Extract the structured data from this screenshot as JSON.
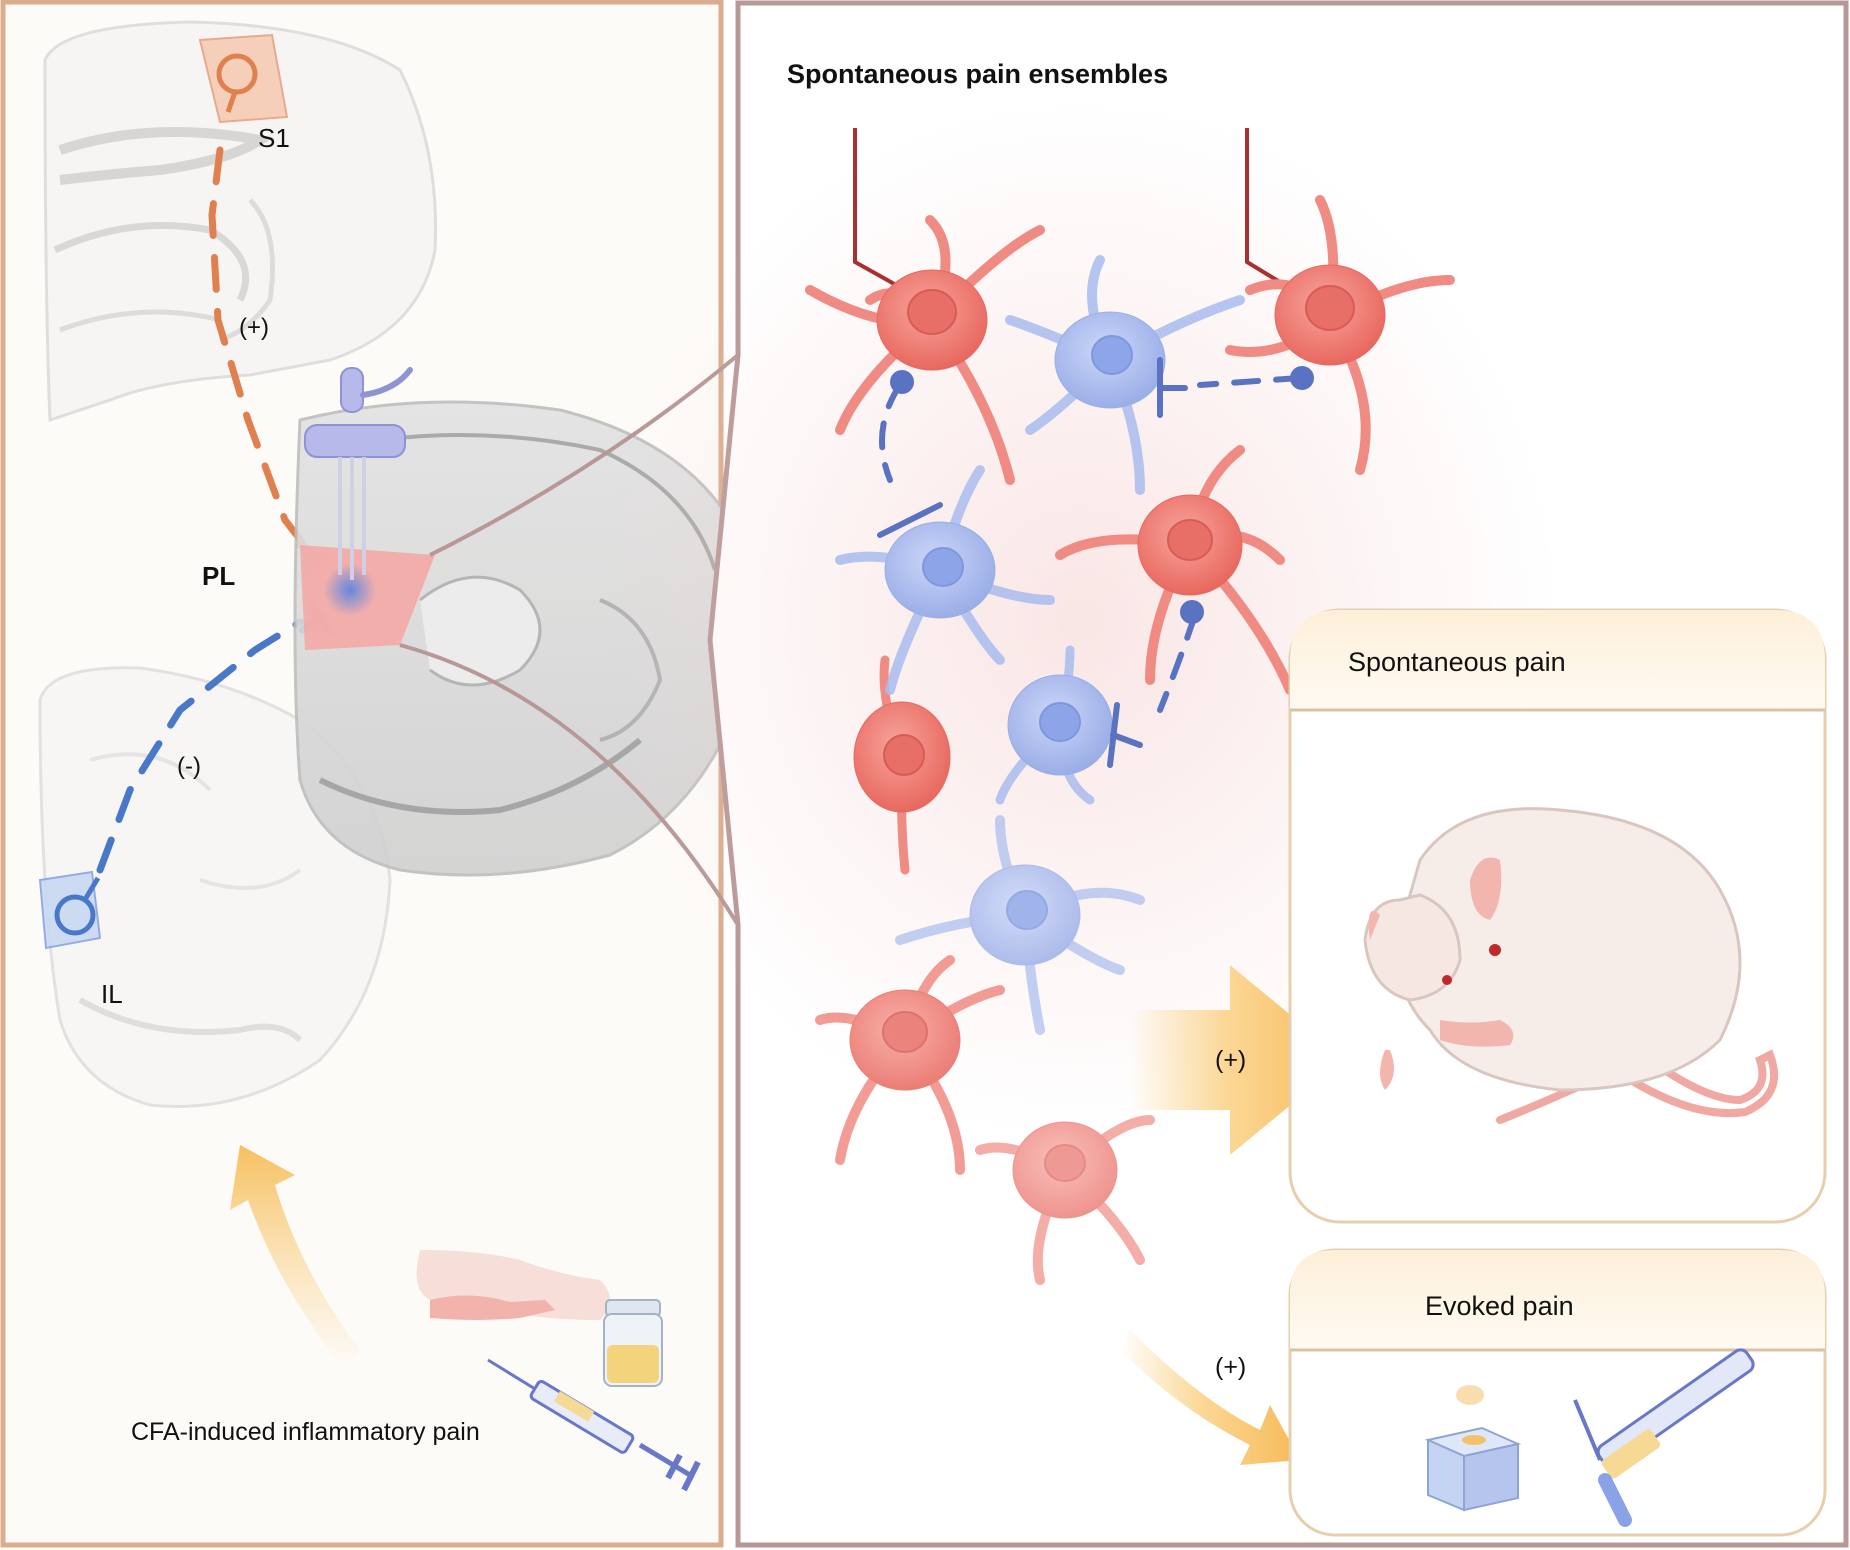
{
  "left_panel": {
    "labels": {
      "s1": "S1",
      "pl": "PL",
      "il": "IL",
      "s1_pathway_sign": "(+)",
      "il_pathway_sign": "(-)",
      "cfa": "CFA-induced  inflammatory pain"
    }
  },
  "right_panel": {
    "title": "Spontaneous pain ensembles",
    "boxes": {
      "spontaneous_title": "Spontaneous pain",
      "evoked_title": "Evoked pain"
    },
    "signs": {
      "to_spontaneous": "(+)",
      "to_evoked": "(+)"
    }
  },
  "colors": {
    "panel_left_border": "#d9ad8e",
    "panel_right_border": "#b89797",
    "excitatory_neuron": "#ee7f77",
    "inhibitory_neuron": "#8aa3e6",
    "inhibitory_pathway": "#5a72c2",
    "excitatory_pathway": "#e0804f",
    "electrode": "#a8302e",
    "arrow": "#f7c060",
    "box_border": "#e7cfae",
    "box_header": "#fdf1dd"
  },
  "icons": [
    "brain-section-icon",
    "neuron-icon",
    "rat-icon",
    "syringe-icon",
    "vial-icon",
    "heat-plate-icon",
    "von-frey-filament-icon",
    "optic-fiber-icon"
  ]
}
